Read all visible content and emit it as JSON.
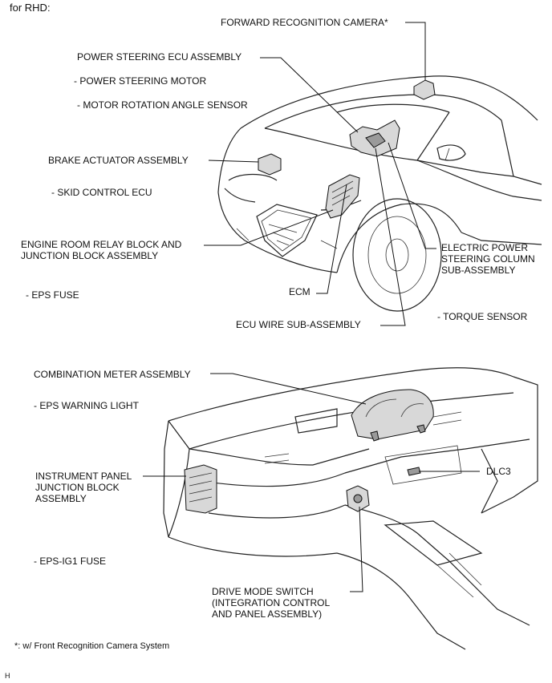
{
  "header": {
    "variant_label": "for RHD:"
  },
  "top_view": {
    "labels": {
      "forward_camera": "FORWARD RECOGNITION CAMERA*",
      "power_steering_ecu": "POWER STEERING ECU ASSEMBLY",
      "power_steering_motor": "- POWER STEERING MOTOR",
      "motor_rotation_sensor": "- MOTOR ROTATION ANGLE SENSOR",
      "brake_actuator": "BRAKE ACTUATOR ASSEMBLY",
      "skid_control_ecu": "- SKID CONTROL ECU",
      "engine_room_relay_line1": "ENGINE ROOM RELAY BLOCK AND",
      "engine_room_relay_line2": "JUNCTION BLOCK ASSEMBLY",
      "eps_fuse": "- EPS FUSE",
      "ecm": "ECM",
      "ecu_wire": "ECU WIRE SUB-ASSEMBLY",
      "eps_column_line1": "ELECTRIC POWER",
      "eps_column_line2": "STEERING COLUMN",
      "eps_column_line3": "SUB-ASSEMBLY",
      "torque_sensor": "- TORQUE SENSOR"
    }
  },
  "bottom_view": {
    "labels": {
      "combination_meter": "COMBINATION METER ASSEMBLY",
      "eps_warning_light": "- EPS WARNING LIGHT",
      "ip_junction_line1": "INSTRUMENT PANEL",
      "ip_junction_line2": "JUNCTION BLOCK",
      "ip_junction_line3": "ASSEMBLY",
      "dlc3": "DLC3",
      "eps_ig1_fuse": "- EPS-IG1 FUSE",
      "drive_mode_line1": "DRIVE MODE SWITCH",
      "drive_mode_line2": "(INTEGRATION CONTROL",
      "drive_mode_line3": "AND PANEL ASSEMBLY)"
    }
  },
  "footer": {
    "footnote": "*: w/ Front Recognition Camera System",
    "corner_mark": "H"
  }
}
